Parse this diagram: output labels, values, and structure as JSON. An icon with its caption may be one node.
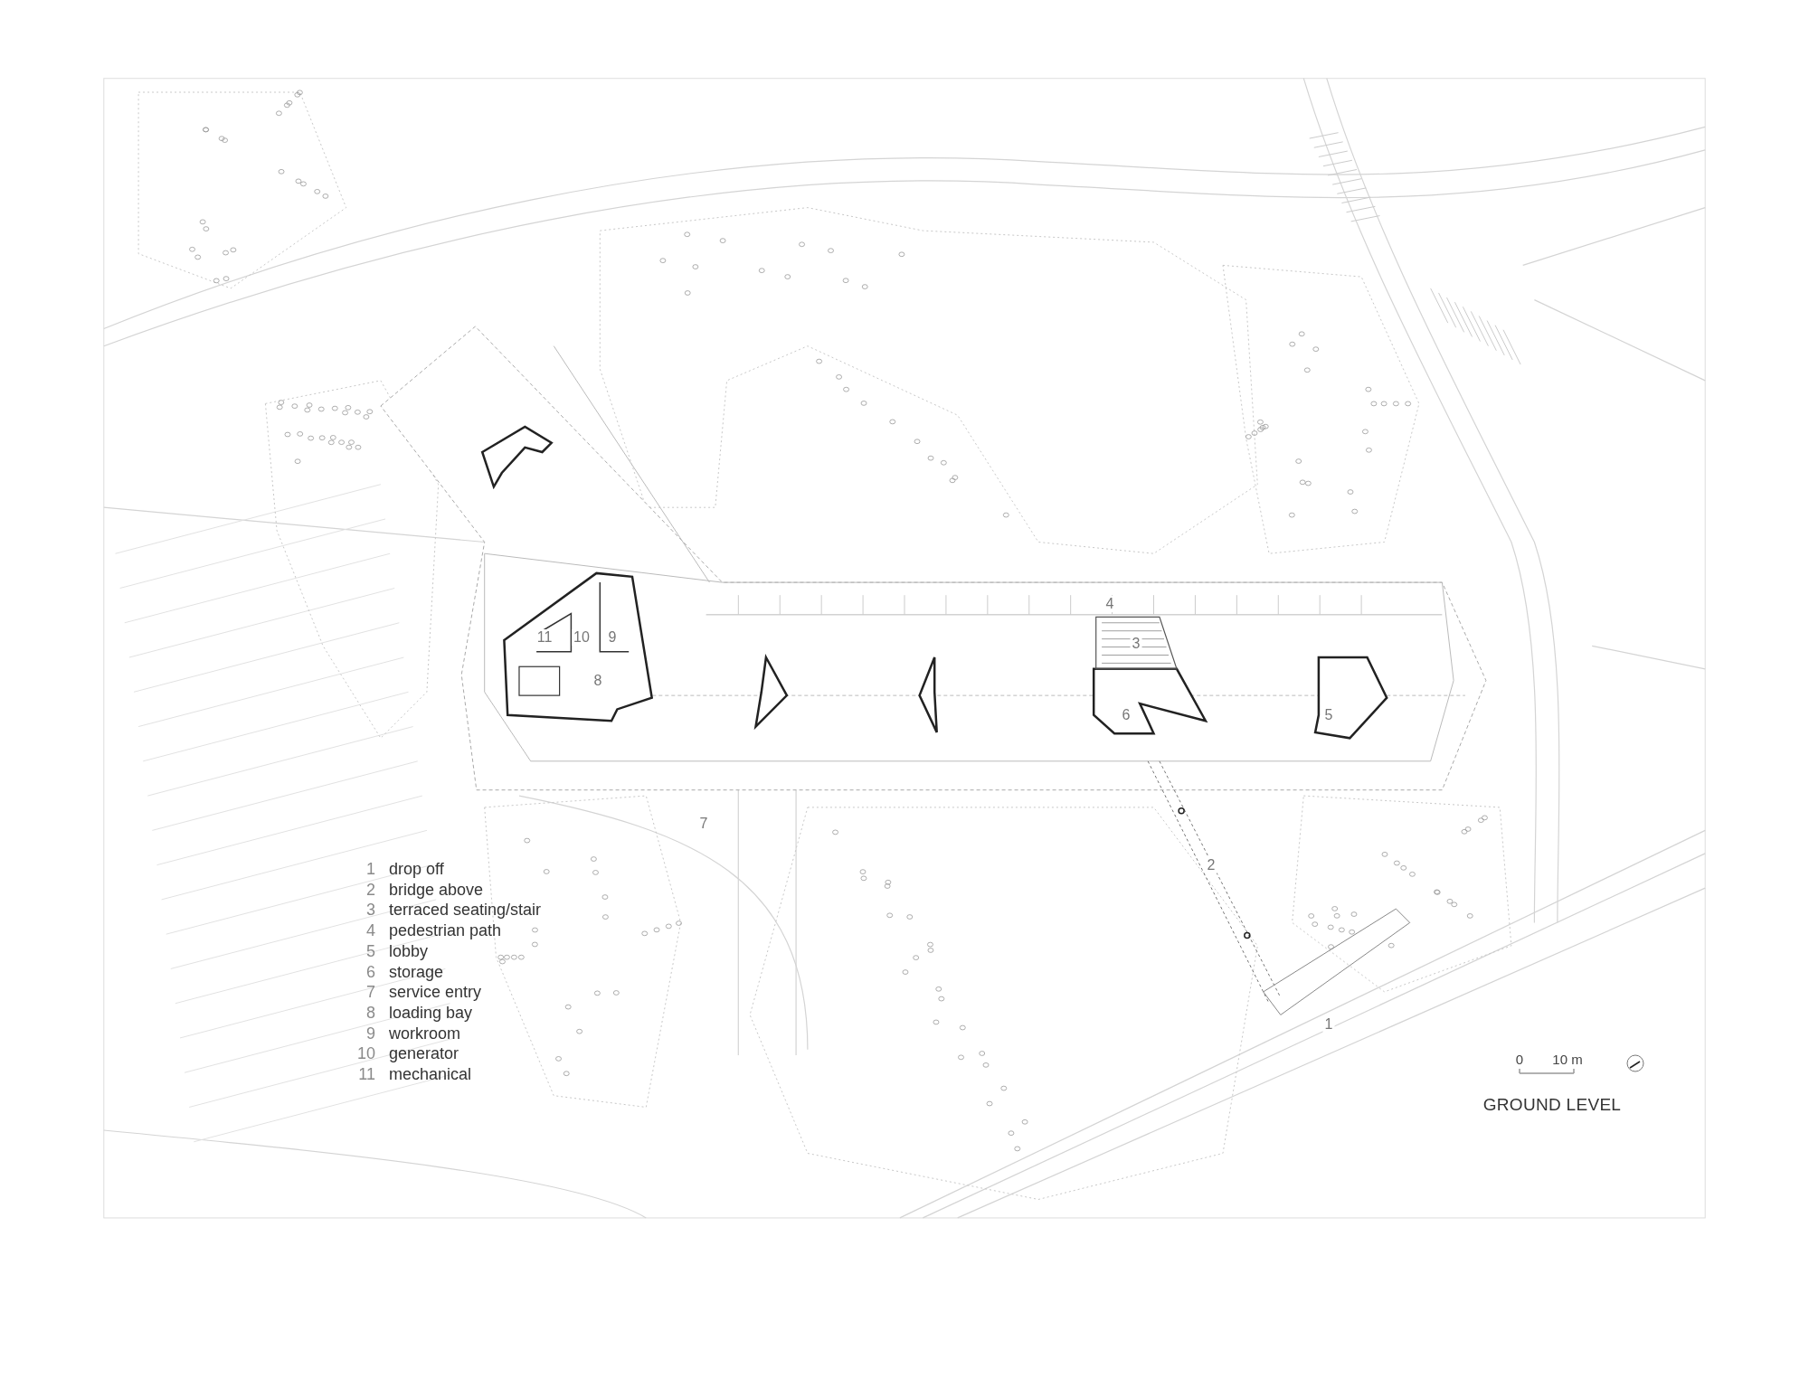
{
  "diagram": {
    "title": "GROUND LEVEL",
    "labels": [
      "1",
      "drop off",
      "2",
      "bridge above",
      "3",
      "terraced seating/stair",
      "4",
      "pedestrian path",
      "5",
      "lobby",
      "6",
      "storage",
      "7",
      "service entry",
      "8",
      "loading bay",
      "9",
      "workroom",
      "10",
      "generator",
      "11",
      "mechanical",
      "11",
      "10",
      "9",
      "4",
      "3",
      "8",
      "6",
      "5",
      "7",
      "2",
      "1",
      "0",
      "10 m"
    ]
  }
}
